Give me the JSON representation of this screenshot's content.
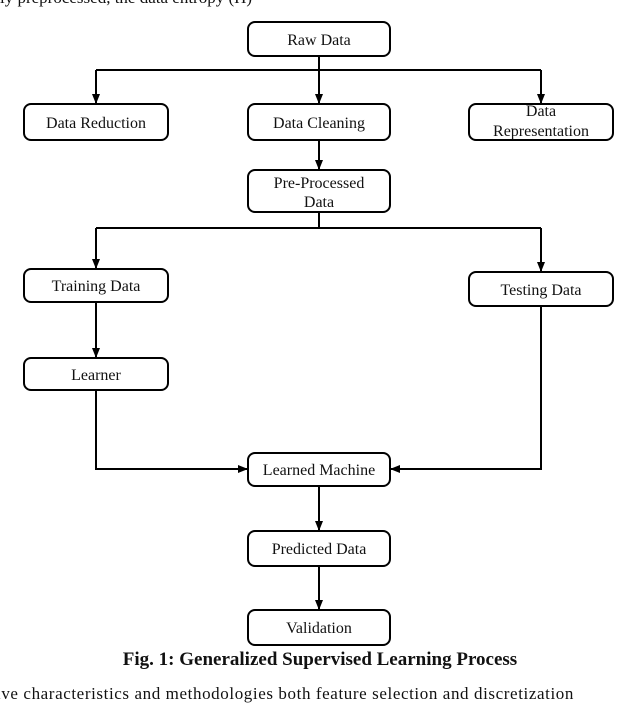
{
  "page_text": {
    "top_fragment": "ly preprocessed, the data entropy (H)",
    "bottom_fragment": "ive characteristics and methodologies both feature selection and discretization"
  },
  "diagram": {
    "nodes": {
      "raw": "Raw Data",
      "reduction": "Data Reduction",
      "cleaning": "Data Cleaning",
      "representation_1": "Data",
      "representation_2": "Representation",
      "preprocessed_1": "Pre-Processed",
      "preprocessed_2": "Data",
      "training": "Training Data",
      "testing": "Testing Data",
      "learner": "Learner",
      "learned": "Learned Machine",
      "predicted": "Predicted Data",
      "validation": "Validation"
    },
    "edges": [
      [
        "Raw Data",
        "Data Reduction"
      ],
      [
        "Raw Data",
        "Data Cleaning"
      ],
      [
        "Raw Data",
        "Data Representation"
      ],
      [
        "Data Cleaning",
        "Pre-Processed Data"
      ],
      [
        "Pre-Processed Data",
        "Training Data"
      ],
      [
        "Pre-Processed Data",
        "Testing Data"
      ],
      [
        "Training Data",
        "Learner"
      ],
      [
        "Learner",
        "Learned Machine"
      ],
      [
        "Testing Data",
        "Learned Machine"
      ],
      [
        "Learned Machine",
        "Predicted Data"
      ],
      [
        "Predicted Data",
        "Validation"
      ]
    ]
  },
  "caption": "Fig. 1: Generalized Supervised Learning Process"
}
